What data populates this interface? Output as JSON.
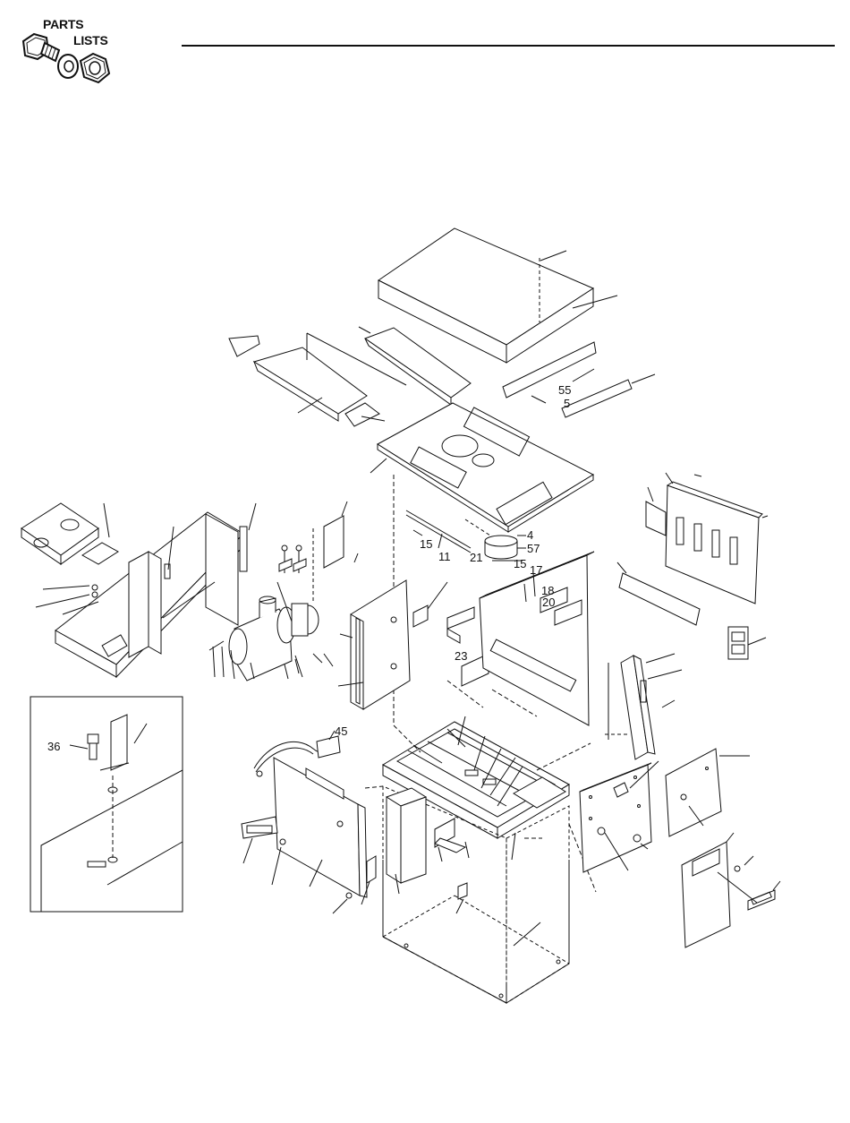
{
  "logo": {
    "line1": "PARTS",
    "line2": "LISTS"
  },
  "callouts": {
    "c55": "55",
    "c5": "5",
    "c15a": "15",
    "c11": "11",
    "c4": "4",
    "c57": "57",
    "c21": "21",
    "c15b": "15",
    "c17": "17",
    "c18": "18",
    "c20": "20",
    "c23": "23",
    "c45": "45",
    "c36": "36"
  }
}
